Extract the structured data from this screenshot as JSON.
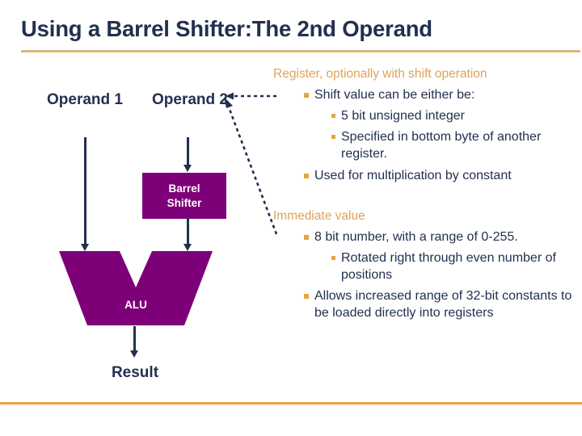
{
  "slide": {
    "title": "Using a Barrel Shifter:The 2nd Operand",
    "colors": {
      "title_navy": "#22304f",
      "rule_gold": "#ddb578",
      "rule_orange": "#e8a33d",
      "purple_block": "#7d0079",
      "heading_orange": "#dda45a",
      "bullet_orange": "#e8a33d",
      "body_navy": "#22304f"
    }
  },
  "diagram": {
    "operand1_label": "Operand 1",
    "operand2_label": "Operand 2",
    "barrel_shifter_line1": "Barrel",
    "barrel_shifter_line2": "Shifter",
    "alu_label": "ALU",
    "result_label": "Result"
  },
  "right_column": {
    "register_section": {
      "heading": "Register, optionally with shift operation",
      "bullets": [
        {
          "level": 1,
          "text": "Shift value can be either be:",
          "children": [
            {
              "level": 2,
              "text": "5 bit unsigned integer"
            },
            {
              "level": 2,
              "text": "Specified in bottom byte of another register."
            }
          ]
        },
        {
          "level": 1,
          "text": "Used for multiplication by constant",
          "children": []
        }
      ]
    },
    "immediate_section": {
      "heading": "Immediate value",
      "bullets": [
        {
          "level": 1,
          "text": "8 bit number, with a range of 0-255.",
          "children": [
            {
              "level": 2,
              "text": "Rotated right through even number of positions"
            }
          ]
        },
        {
          "level": 1,
          "text": "Allows increased range of 32-bit constants to be loaded directly into registers",
          "children": []
        }
      ]
    }
  }
}
